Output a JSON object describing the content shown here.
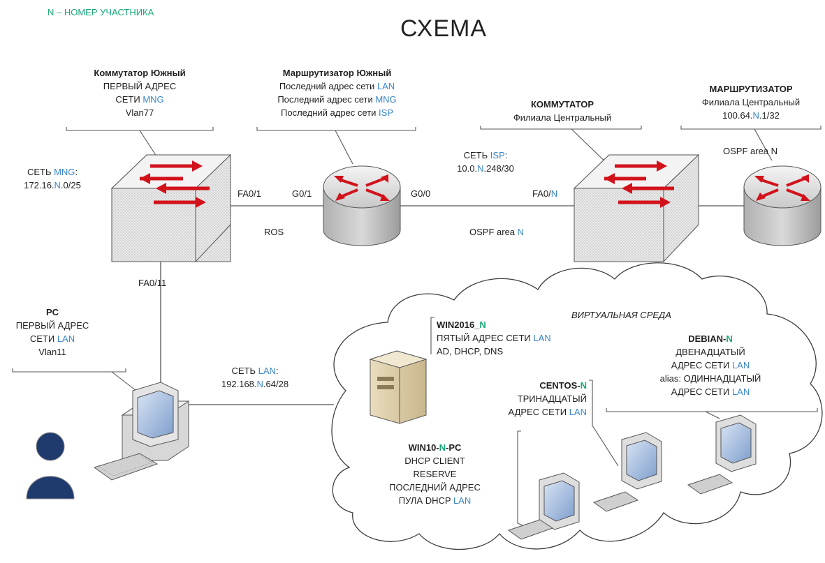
{
  "title": "СХЕМА",
  "legend": "N – НОМЕР УЧАСТНИКА",
  "colors": {
    "accent_blue": "#3a86c8",
    "accent_green": "#1aa77a",
    "arrow_red": "#d2121b"
  },
  "devices": {
    "switch_south": {
      "name": "Коммутатор Южный",
      "l1": "ПЕРВЫЙ АДРЕС",
      "l2a": "СЕТИ ",
      "l2b": "MNG",
      "l3": "Vlan77"
    },
    "router_south": {
      "name": "Маршрутизатор Южный",
      "l1a": "Последний адрес сети ",
      "l1b": "LAN",
      "l2a": "Последний адрес сети ",
      "l2b": "MNG",
      "l3a": "Последний адрес сети ",
      "l3b": "ISP"
    },
    "switch_branch": {
      "name": "КОММУТАТОР",
      "l1": "Филиала Центральный"
    },
    "router_branch": {
      "name": "МАРШРУТИЗАТОР",
      "l1": "Филиала Центральный",
      "ip_a": "100.64.",
      "ip_n": "N",
      "ip_b": ".1/32",
      "ospf": "OSPF area N"
    },
    "pc": {
      "name": "PC",
      "l1": "ПЕРВЫЙ АДРЕС",
      "l2a": "СЕТИ ",
      "l2b": "LAN",
      "l3": "Vlan11"
    }
  },
  "networks": {
    "mng": {
      "label_a": "СЕТЬ ",
      "label_b": "MNG",
      "label_c": ":",
      "ip_a": "172.16.",
      "ip_n": "N",
      "ip_b": ".0/25"
    },
    "isp": {
      "label_a": "СЕТЬ ",
      "label_b": "ISP",
      "label_c": ":",
      "ip_a": "10.0.",
      "ip_n": "N",
      "ip_b": ".248/30"
    },
    "lan": {
      "label_a": "СЕТЬ ",
      "label_b": "LAN",
      "label_c": ":",
      "ip_a": "192.168.",
      "ip_n": "N",
      "ip_b": ".64/28"
    }
  },
  "ports": {
    "fa0_1": "FA0/1",
    "g0_1": "G0/1",
    "g0_0": "G0/0",
    "fa0_n_a": "FA0/",
    "fa0_n_b": "N",
    "fa0_11": "FA0/11"
  },
  "links": {
    "ros": "ROS",
    "ospf_a": "OSPF area ",
    "ospf_n": "N"
  },
  "cloud": {
    "label": "ВИРТУАЛЬНАЯ СРЕДА",
    "win2016": {
      "name_a": "WIN2016_",
      "name_n": "N",
      "l1a": "ПЯТЫЙ АДРЕС СЕТИ ",
      "l1b": "LAN",
      "l2": "AD, DHCP, DNS"
    },
    "debian": {
      "name_a": "DEBIAN-",
      "name_n": "N",
      "l1": "ДВЕНАДЦАТЫЙ",
      "l2a": "АДРЕС СЕТИ ",
      "l2b": "LAN",
      "l3": "alias: ОДИННАДЦАТЫЙ",
      "l4a": "АДРЕС СЕТИ ",
      "l4b": "LAN"
    },
    "centos": {
      "name_a": "CENTOS-",
      "name_n": "N",
      "l1": "ТРИНАДЦАТЫЙ",
      "l2a": "АДРЕС СЕТИ ",
      "l2b": "LAN"
    },
    "win10": {
      "name_a": "WIN10-",
      "name_n": "N",
      "name_b": "-PC",
      "l1": "DHCP CLIENT",
      "l2": "RESERVE",
      "l3": "ПОСЛЕДНИЙ АДРЕС",
      "l4a": "ПУЛА DHCP ",
      "l4b": "LAN"
    }
  }
}
